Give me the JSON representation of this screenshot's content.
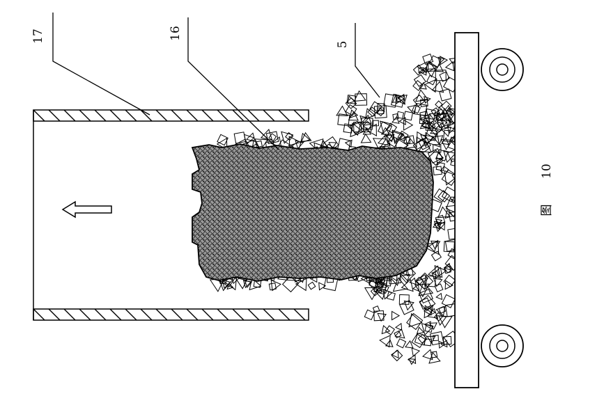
{
  "labels": {
    "part_17": "17",
    "part_16": "16",
    "part_5": "5",
    "figure_char": "图",
    "figure_number": "10"
  },
  "colors": {
    "ink": "#000000",
    "paper": "#ffffff",
    "stipple": "#3a3a3a"
  },
  "icons": {
    "direction_arrow": "arrow-left-icon",
    "wheel": "wheel-icon"
  }
}
